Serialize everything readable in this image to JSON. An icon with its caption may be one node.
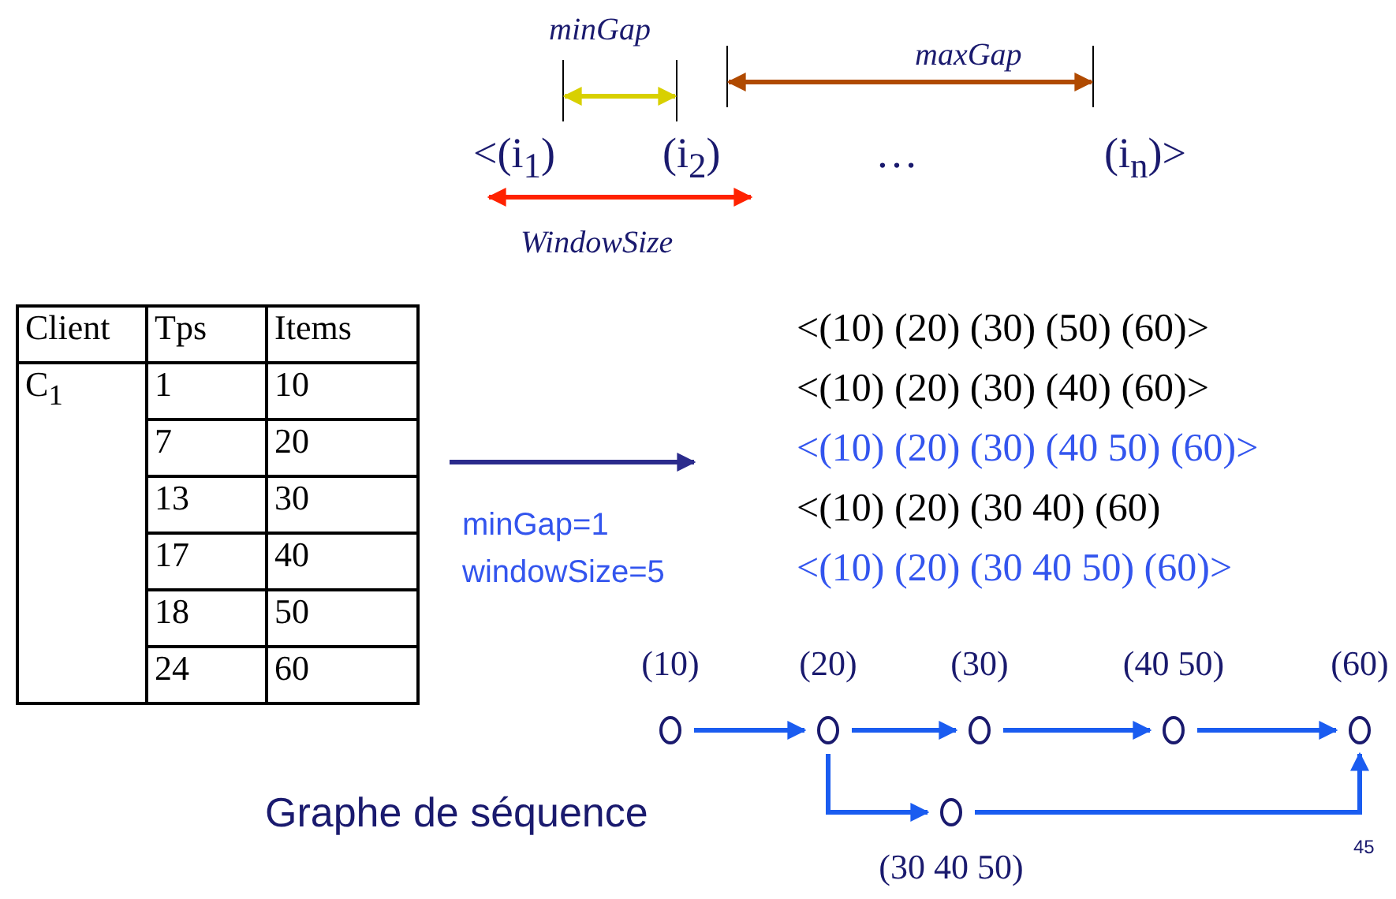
{
  "diagram": {
    "nodes": [
      {
        "text": [],
        "shape": "circle",
        "beside": [
          "(10)"
        ]
      },
      {
        "text": [],
        "shape": "circle",
        "beside": [
          "(20)"
        ]
      },
      {
        "text": [],
        "shape": "circle",
        "beside": [
          "(30)"
        ]
      },
      {
        "text": [],
        "shape": "circle",
        "beside": [
          "(40 50)"
        ]
      },
      {
        "text": [],
        "shape": "circle",
        "beside": [
          "(60)"
        ]
      },
      {
        "text": [],
        "shape": "circle",
        "beside": [
          "(30 40 50)"
        ]
      },
      {
        "text": [],
        "shape": "table"
      }
    ],
    "edges": [
      {
        "from": 6,
        "to": null,
        "arrow": "to",
        "label": "minGap=1 windowSize=5",
        "color": "#2b2b8c"
      },
      {
        "from": 0,
        "to": 1,
        "arrow": "to"
      },
      {
        "from": 1,
        "to": 2,
        "arrow": "to"
      },
      {
        "from": 2,
        "to": 3,
        "arrow": "to"
      },
      {
        "from": 3,
        "to": 4,
        "arrow": "to"
      },
      {
        "from": 1,
        "to": 5,
        "arrow": "to"
      },
      {
        "from": 5,
        "to": 4,
        "arrow": "to"
      }
    ],
    "labels": [
      "minGap",
      "maxGap",
      "<(i$_{1}$)",
      "(i$_{2}$)",
      "…",
      "(i$_{n}$)>",
      "WindowSize",
      "Client",
      "Tps",
      "Items",
      "C$_{1}$",
      "1",
      "10",
      "7",
      "20",
      "13",
      "30",
      "17",
      "40",
      "18",
      "50",
      "24",
      "60",
      "<(10) (20) (30) (50) (60)>",
      "<(10) (20) (30) (40) (60)>",
      "<(10) (20) (30) (40 50) (60)>",
      "<(10) (20) (30 40) (60)",
      "<(10) (20) (30 40 50) (60)>",
      "Graphe de séquence",
      "45"
    ]
  }
}
